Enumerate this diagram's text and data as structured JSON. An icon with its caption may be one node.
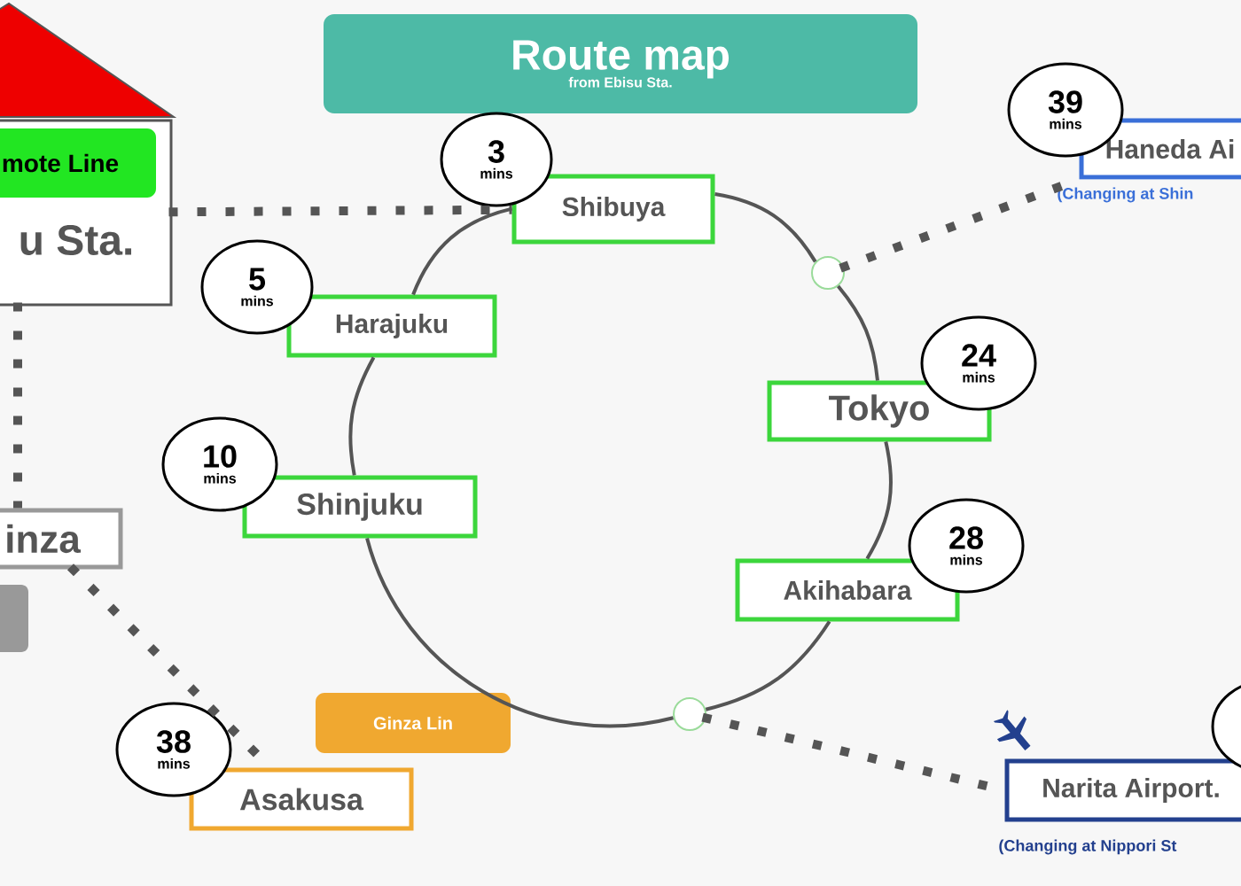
{
  "diagram": {
    "nodes": [
      {
        "text": [
          "Route map",
          "from Ebisu Sta."
        ]
      },
      {
        "text": [
          "u Sta."
        ]
      },
      {
        "text": [
          "mote Line"
        ],
        "in": 1
      },
      {
        "text": [
          "39",
          "mins"
        ]
      },
      {
        "text": [
          "Haneda Ai"
        ],
        "beside": [
          "(Changing at Shin"
        ]
      },
      {
        "text": [
          "3",
          "mins"
        ]
      },
      {
        "text": [
          "Shibuya"
        ]
      },
      {
        "text": [
          "5",
          "mins"
        ]
      },
      {
        "text": [
          "Harajuku"
        ]
      },
      {
        "text": [],
        "shape": "circle"
      },
      {
        "text": [
          "24",
          "mins"
        ]
      },
      {
        "text": [
          "Tokyo"
        ]
      },
      {
        "text": [
          "10",
          "mins"
        ]
      },
      {
        "text": [
          "Shinjuku"
        ]
      },
      {
        "text": [
          "inza"
        ]
      },
      {
        "text": [
          "28",
          "mins"
        ]
      },
      {
        "text": [
          "Akihabara"
        ]
      },
      {
        "text": [],
        "shape": "box"
      },
      {
        "text": [
          "Ginza Lin"
        ]
      },
      {
        "text": [],
        "shape": "circle"
      },
      {
        "text": [
          "38",
          "mins"
        ]
      },
      {
        "text": [
          "Asakusa"
        ]
      },
      {
        "text": [],
        "shape": "circle"
      },
      {
        "text": [
          "Narita Airport."
        ],
        "beside": [
          "(Changing at Nippori St"
        ]
      }
    ],
    "edges": [
      {
        "from": 1,
        "to": 6,
        "arrow": "none",
        "style": "dashed"
      },
      {
        "from": 6,
        "to": 9,
        "arrow": "none"
      },
      {
        "from": 9,
        "to": 11,
        "arrow": "none"
      },
      {
        "from": 11,
        "to": 16,
        "arrow": "none"
      },
      {
        "from": 16,
        "to": 19,
        "arrow": "none"
      },
      {
        "from": 19,
        "to": 13,
        "arrow": "none"
      },
      {
        "from": 13,
        "to": 8,
        "arrow": "none"
      },
      {
        "from": 8,
        "to": 6,
        "arrow": "none"
      },
      {
        "from": 9,
        "to": 4,
        "arrow": "none",
        "style": "dashed"
      },
      {
        "from": 1,
        "to": 14,
        "arrow": "none",
        "style": "dashed"
      },
      {
        "from": 14,
        "to": 21,
        "arrow": "none",
        "style": "dashed"
      },
      {
        "from": 19,
        "to": 23,
        "arrow": "none",
        "style": "dashed"
      }
    ]
  }
}
